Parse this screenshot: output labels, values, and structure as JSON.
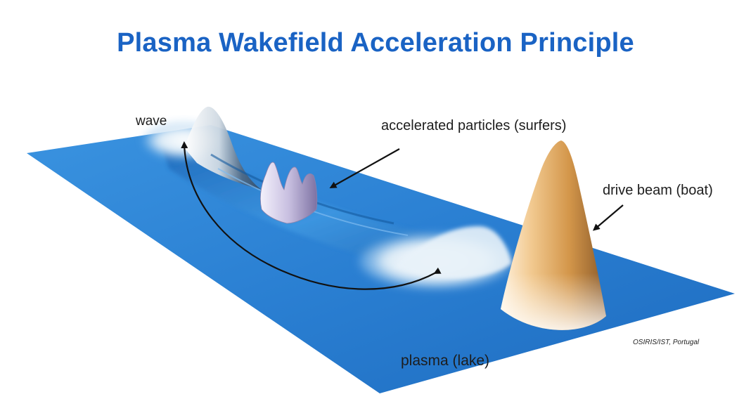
{
  "title": "Plasma Wakefield Acceleration Principle",
  "labels": {
    "wave": "wave",
    "surfers": "accelerated particles (surfers)",
    "drive_beam": "drive beam (boat)",
    "plasma": "plasma (lake)",
    "credit": "OSIRIS/IST, Portugal"
  },
  "colors": {
    "title": "#1a63c4",
    "plasma_surface": "#2a83d6",
    "wave_crest": "#eef6fb",
    "drive_beam": "#e2a75c",
    "particles": "#c9c0dd",
    "arrows": "#111111"
  }
}
